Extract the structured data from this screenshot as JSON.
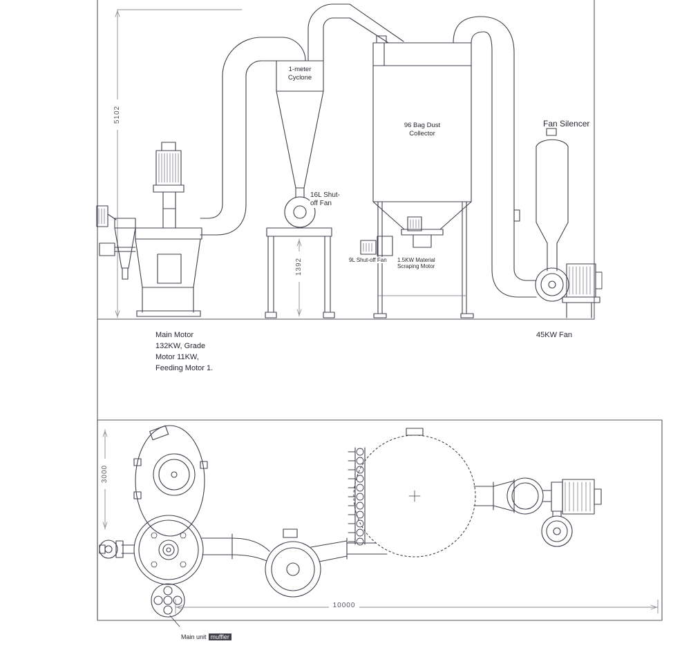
{
  "drawing": {
    "labels": {
      "cyclone": "1-meter\nCyclone",
      "shutoff_fan_16l": "16L Shut-\noff Fan",
      "dust_collector": "96 Bag Dust\nCollector",
      "fan_silencer": "Fan Silencer",
      "shutoff_fan_9l": "9L Shut-off Fan",
      "scraping_motor": "1.5KW Material\nScraping Motor",
      "fan_45kw": "45KW Fan",
      "motor_note": "Main Motor\n132KW, Grade\nMotor 11KW,\nFeeding Motor 1.",
      "muffler_prefix": "Main unit",
      "muffler_word": "muffler"
    },
    "dimensions": {
      "overall_height": "5102",
      "stand_height": "1392",
      "plan_depth": "3000",
      "overall_length": "10000"
    }
  }
}
